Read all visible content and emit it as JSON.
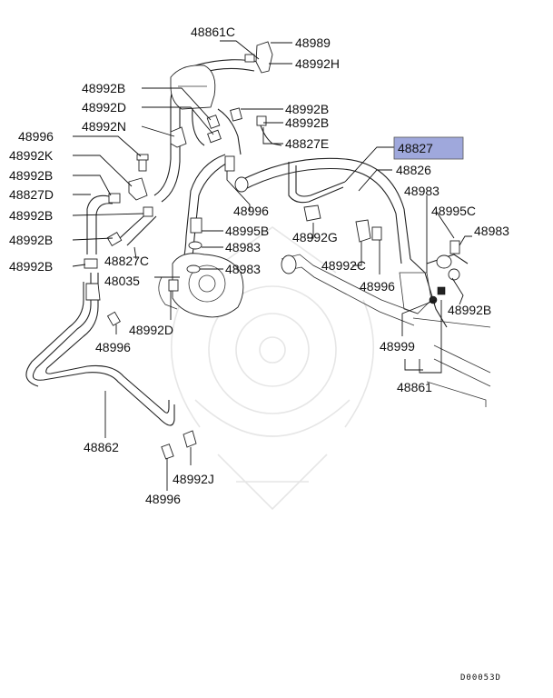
{
  "labels": {
    "l48861c": "48861C",
    "l48989": "48989",
    "l48992h": "48992H",
    "l48992b_a": "48992B",
    "l48992b_b": "48992B",
    "l48992d_a": "48992D",
    "l48992b_c": "48992B",
    "l48992n": "48992N",
    "l48827e": "48827E",
    "l48996_a": "48996",
    "l48827": "48827",
    "l48992k": "48992K",
    "l48826": "48826",
    "l48992b_d": "48992B",
    "l48983_a": "48983",
    "l48827d": "48827D",
    "l48996_b": "48996",
    "l48995c": "48995C",
    "l48992b_e": "48992B",
    "l48995b": "48995B",
    "l48983_b": "48983",
    "l48992g": "48992G",
    "l48983_c": "48983",
    "l48992b_f": "48992B",
    "l48983_d": "48983",
    "l48992c": "48992C",
    "l48827c": "48827C",
    "l48992b_g": "48992B",
    "l48035": "48035",
    "l48996_c": "48996",
    "l48992b_h": "48992B",
    "l48992d_b": "48992D",
    "l48996_d": "48996",
    "l48999": "48999",
    "l48861": "48861",
    "l48862": "48862",
    "l48992j": "48992J",
    "l48996_e": "48996",
    "ref_code": "D00053D"
  },
  "highlight_color": "#9fa8dc"
}
